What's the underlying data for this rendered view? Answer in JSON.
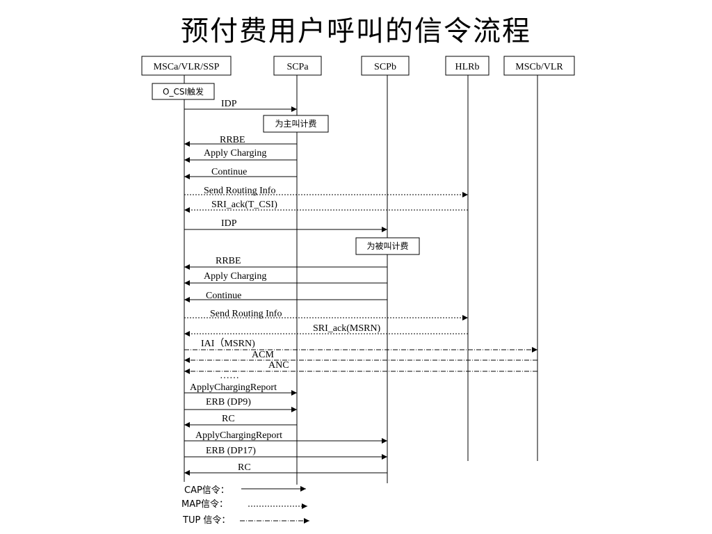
{
  "title": "预付费用户呼叫的信令流程",
  "entities": [
    {
      "id": "msca",
      "label": "MSCa/VLR/SSP"
    },
    {
      "id": "scpa",
      "label": "SCPa"
    },
    {
      "id": "scpb",
      "label": "SCPb"
    },
    {
      "id": "hlrb",
      "label": "HLRb"
    },
    {
      "id": "mscb",
      "label": "MSCb/VLR"
    }
  ],
  "notes": [
    {
      "id": "trigger",
      "label": "O_CSI触发"
    },
    {
      "id": "charge-calling",
      "label": "为主叫计费"
    },
    {
      "id": "charge-called",
      "label": "为被叫计费"
    }
  ],
  "messages": [
    {
      "label": "IDP",
      "from": "msca",
      "to": "scpa",
      "type": "cap"
    },
    {
      "label": "RRBE",
      "from": "scpa",
      "to": "msca",
      "type": "cap"
    },
    {
      "label": "Apply Charging",
      "from": "scpa",
      "to": "msca",
      "type": "cap"
    },
    {
      "label": "Continue",
      "from": "scpa",
      "to": "msca",
      "type": "cap"
    },
    {
      "label": "Send Routing Info",
      "from": "msca",
      "to": "hlrb",
      "type": "map"
    },
    {
      "label": "SRI_ack(T_CSI)",
      "from": "hlrb",
      "to": "msca",
      "type": "map"
    },
    {
      "label": "IDP",
      "from": "msca",
      "to": "scpb",
      "type": "cap"
    },
    {
      "label": "RRBE",
      "from": "scpb",
      "to": "msca",
      "type": "cap"
    },
    {
      "label": "Apply Charging",
      "from": "scpb",
      "to": "msca",
      "type": "cap"
    },
    {
      "label": "Continue",
      "from": "scpb",
      "to": "msca",
      "type": "cap"
    },
    {
      "label": "Send Routing Info",
      "from": "msca",
      "to": "hlrb",
      "type": "map"
    },
    {
      "label": "SRI_ack(MSRN)",
      "from": "hlrb",
      "to": "msca",
      "type": "map"
    },
    {
      "label": "IAI（MSRN)",
      "from": "msca",
      "to": "mscb",
      "type": "tup"
    },
    {
      "label": "ACM",
      "from": "mscb",
      "to": "msca",
      "type": "tup"
    },
    {
      "label": "ANC",
      "from": "mscb",
      "to": "msca",
      "type": "tup"
    },
    {
      "label": "……",
      "type": "ellipsis"
    },
    {
      "label": "ApplyChargingReport",
      "from": "msca",
      "to": "scpa",
      "type": "cap"
    },
    {
      "label": "ERB (DP9)",
      "from": "msca",
      "to": "scpa",
      "type": "cap"
    },
    {
      "label": "RC",
      "from": "scpa",
      "to": "msca",
      "type": "cap"
    },
    {
      "label": "ApplyChargingReport",
      "from": "msca",
      "to": "scpb",
      "type": "cap"
    },
    {
      "label": "ERB (DP17)",
      "from": "msca",
      "to": "scpb",
      "type": "cap"
    },
    {
      "label": "RC",
      "from": "scpb",
      "to": "msca",
      "type": "cap"
    }
  ],
  "legend": [
    {
      "label": "CAP信令：",
      "type": "cap"
    },
    {
      "label": "MAP信令：",
      "type": "map"
    },
    {
      "label": "TUP 信令：",
      "type": "tup"
    }
  ]
}
